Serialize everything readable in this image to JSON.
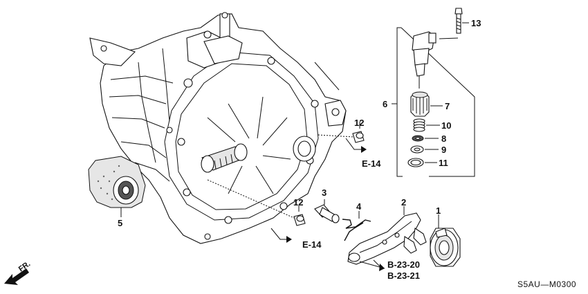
{
  "callouts": {
    "p1": "1",
    "p2": "2",
    "p3": "3",
    "p4": "4",
    "p5": "5",
    "p6": "6",
    "p7": "7",
    "p8": "8",
    "p9": "9",
    "p10": "10",
    "p11": "11",
    "p12a": "12",
    "p12b": "12",
    "p13": "13"
  },
  "references": {
    "e14_upper": "E-14",
    "e14_lower": "E-14",
    "b2320": "B-23-20",
    "b2321": "B-23-21"
  },
  "diagram_code": "S5AU—M0300",
  "front_label": "FR."
}
